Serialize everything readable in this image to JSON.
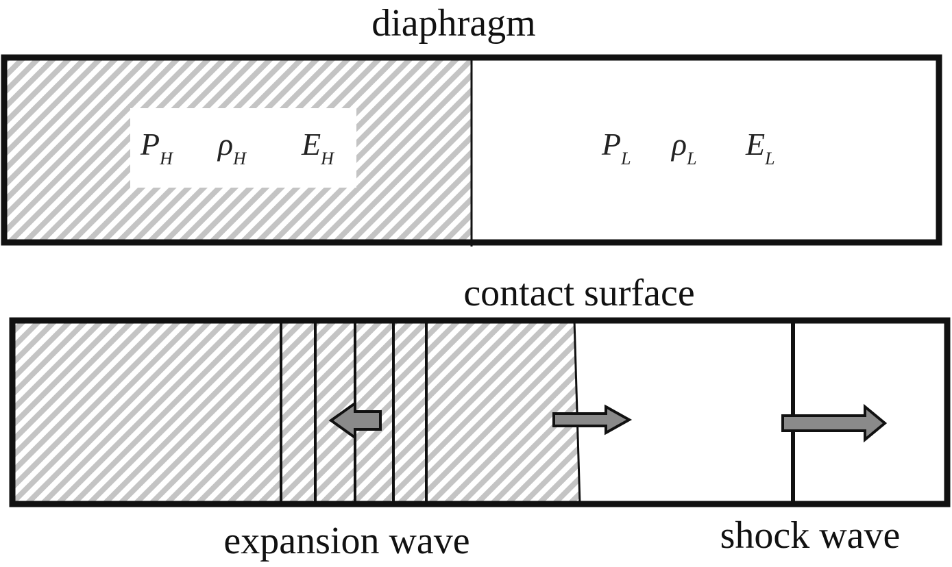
{
  "labels": {
    "diaphragm": "diaphragm",
    "contact_surface": "contact surface",
    "expansion_wave": "expansion wave",
    "shock_wave": "shock wave"
  },
  "high_pressure": {
    "pressure": {
      "sym": "P",
      "sub": "H"
    },
    "density": {
      "sym": "ρ",
      "sub": "H"
    },
    "energy": {
      "sym": "E",
      "sub": "H"
    }
  },
  "low_pressure": {
    "pressure": {
      "sym": "P",
      "sub": "L"
    },
    "density": {
      "sym": "ρ",
      "sub": "L"
    },
    "energy": {
      "sym": "E",
      "sub": "L"
    }
  },
  "colors": {
    "outline": "#111111",
    "hatch": "#bdbdbd",
    "arrow_fill": "#8a8a8a"
  }
}
